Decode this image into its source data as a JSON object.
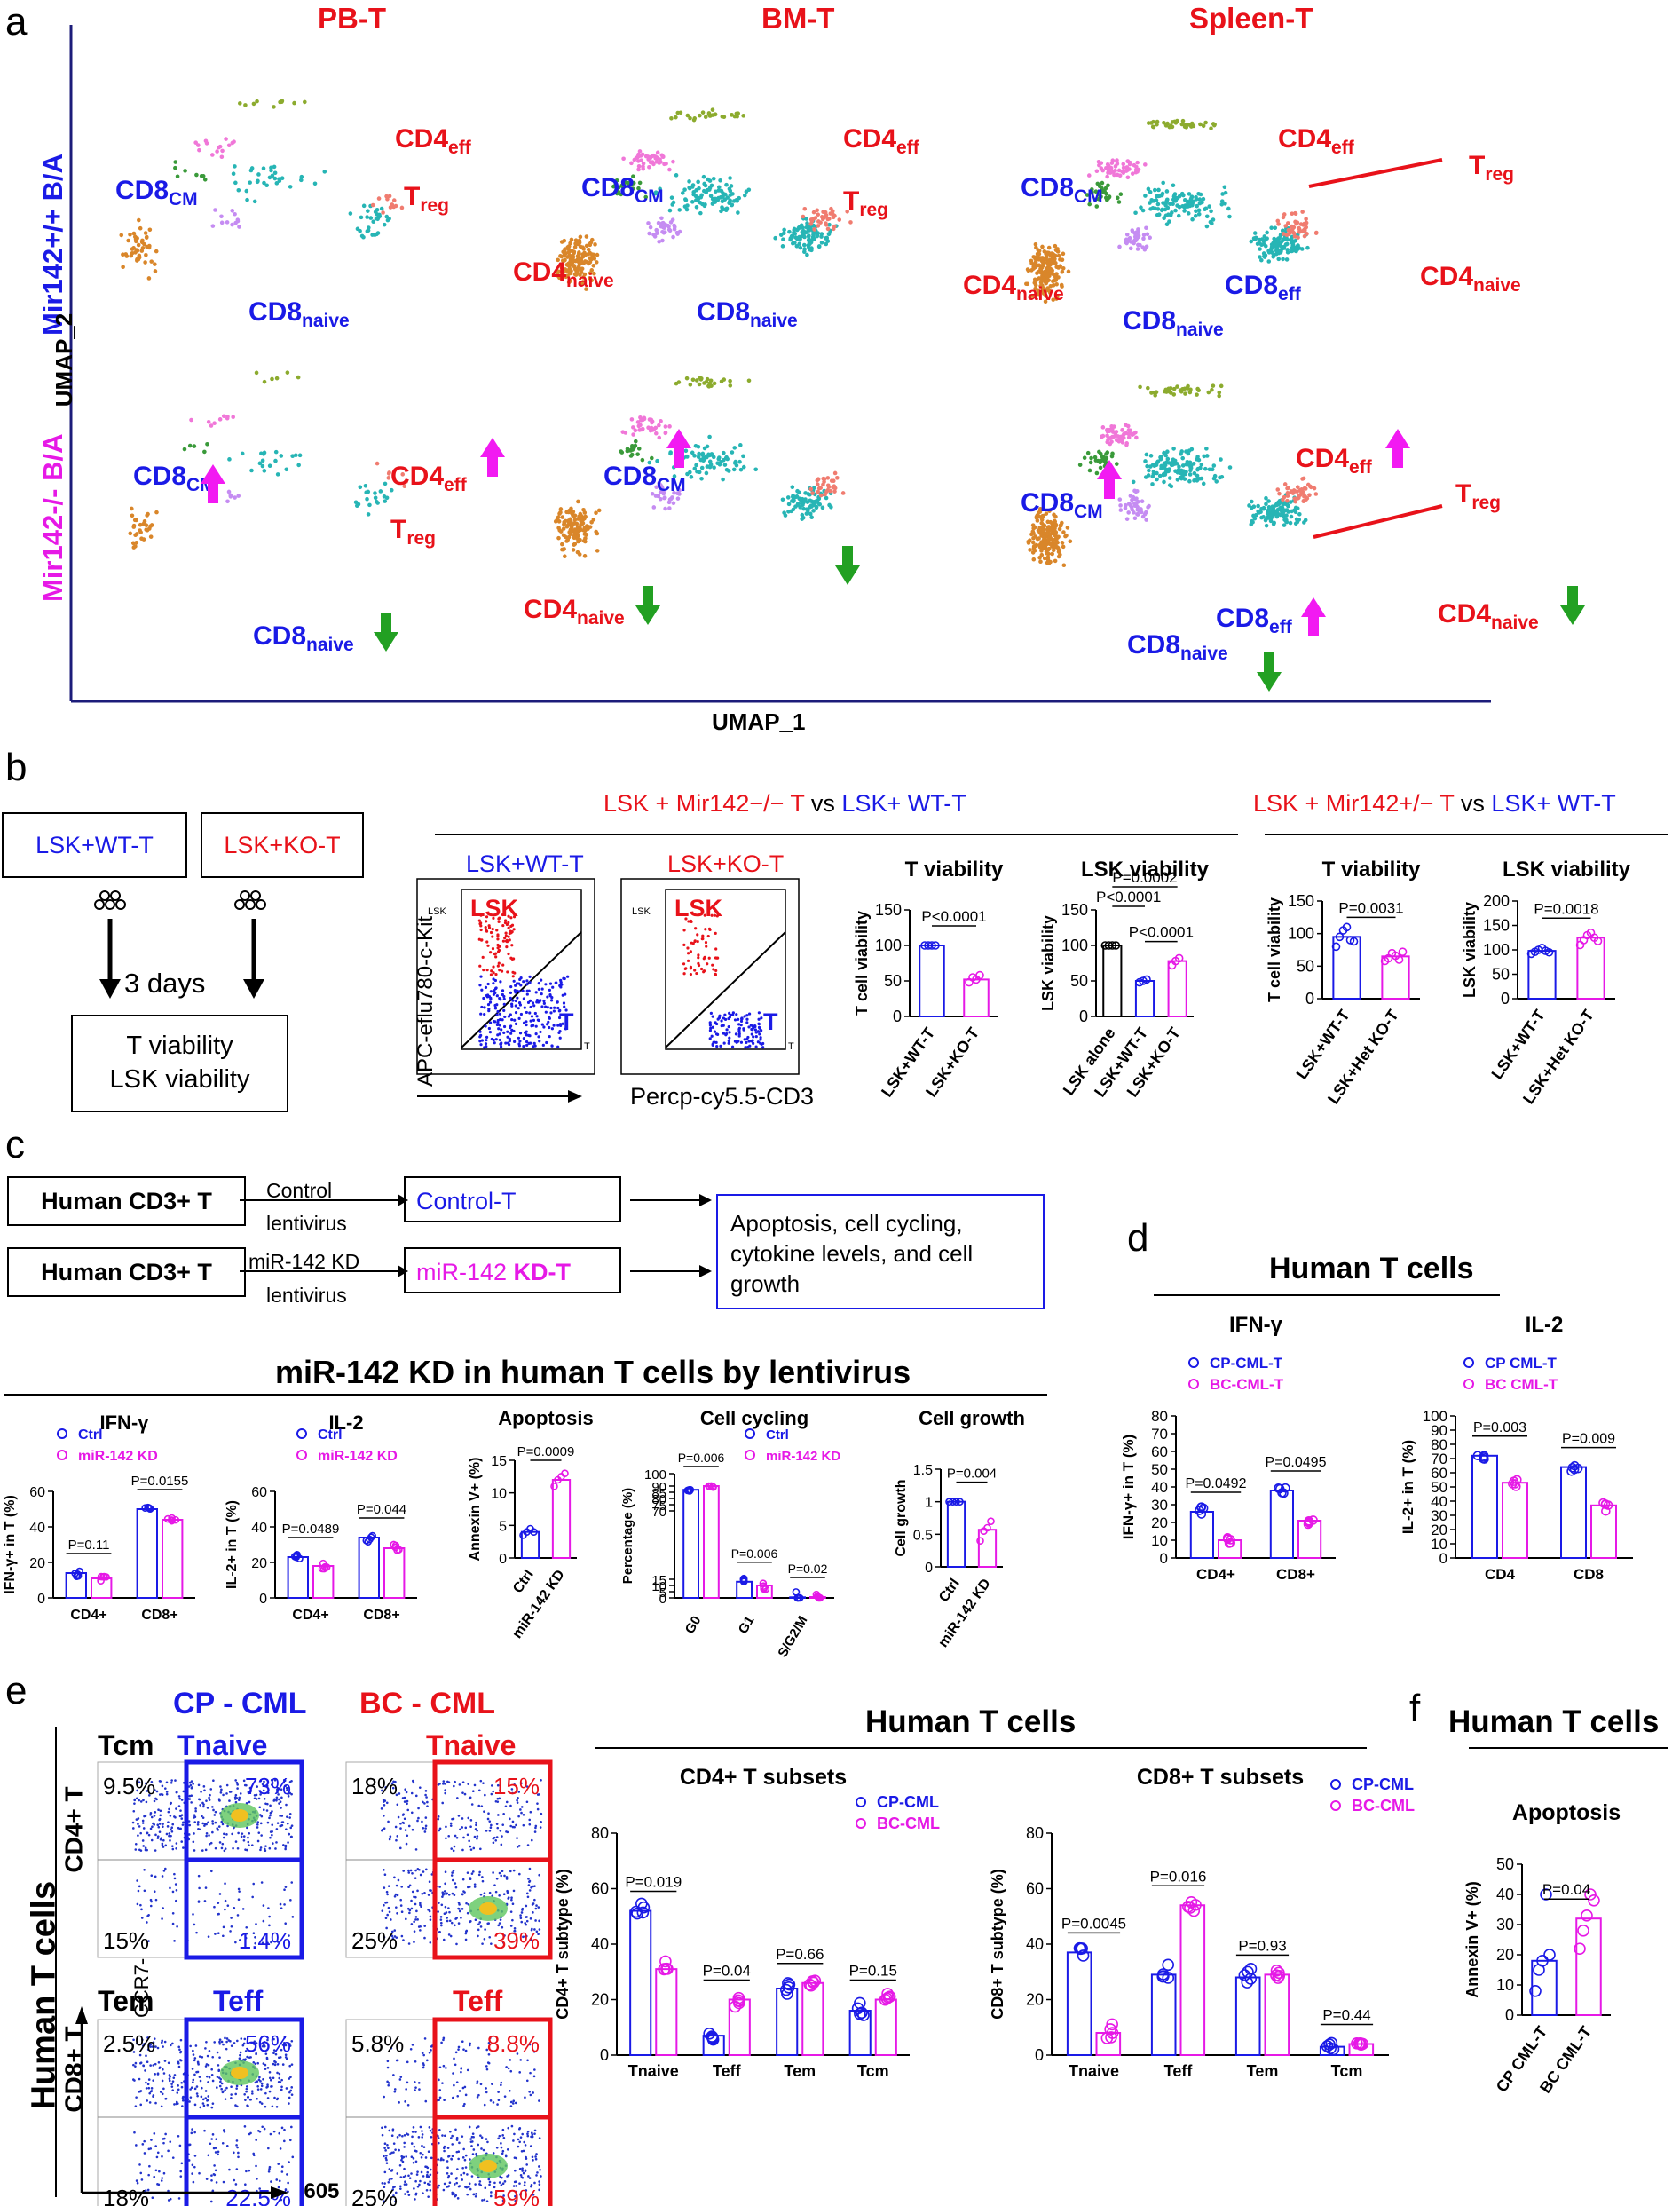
{
  "panels": {
    "a": {
      "letter": "a",
      "col_titles": [
        "PB-T",
        "BM-T",
        "Spleen-T"
      ],
      "row_labels": [
        "Mir142+/+ B/A",
        "Mir142-/- B/A"
      ],
      "x_axis": "UMAP_1",
      "y_axis": "UMAP_2",
      "cluster_labels": [
        "CD8CM",
        "CD4eff",
        "Treg",
        "CD4naive",
        "CD8naive",
        "CD8eff"
      ]
    },
    "b": {
      "letter": "b",
      "box1": "LSK+WT-T",
      "box2": "LSK+KO-T",
      "days": "3 days",
      "result_line1": "T viability",
      "result_line2": "LSK viability",
      "header1_red": "LSK + Mir142−/− T",
      "header1_vs": "vs",
      "header1_blue": "LSK+ WT-T",
      "header2_red": "LSK + Mir142+/− T",
      "header2_vs": "vs",
      "header2_blue": "LSK+ WT-T",
      "flow_title_wt": "LSK+WT-T",
      "flow_title_ko": "LSK+KO-T",
      "flow_y": "APC-eflu780-c-Kit",
      "flow_x": "Percp-cy5.5-CD3",
      "lsk": "LSK",
      "t": "T",
      "chart1_title": "T viability",
      "chart2_title": "LSK viability",
      "chart3_title": "T viability",
      "chart4_title": "LSK viability"
    },
    "c": {
      "letter": "c",
      "row1_src": "Human CD3+ T",
      "row1_arrow_top": "Control",
      "row1_arrow_bot": "lentivirus",
      "row1_dst": "Control-T",
      "row2_src": "Human CD3+ T",
      "row2_arrow_top": "miR-142 KD",
      "row2_arrow_bot": "lentivirus",
      "row2_dst_a": "miR-142 ",
      "row2_dst_b": "KD-T",
      "outcome": "Apoptosis, cell cycling, cytokine levels, and cell growth",
      "section_title": "miR-142 KD in human T cells by lentivirus"
    },
    "d": {
      "letter": "d",
      "title": "Human T cells"
    },
    "e": {
      "letter": "e",
      "side": "Human T cells",
      "cp": "CP - CML",
      "bc": "BC - CML",
      "row1": "CD4+ T",
      "row2": "CD8+ T",
      "ylab": "CCR7-PE-Cy7",
      "xlab": "CD45RA-BV605",
      "q_tcm": "Tcm",
      "q_tnaive": "Tnaive",
      "q_tem": "Tem",
      "q_teff": "Teff",
      "cp_cd4": [
        "9.5%",
        "73%",
        "15%",
        "1.4%"
      ],
      "bc_cd4": [
        "18%",
        "15%",
        "25%",
        "39%"
      ],
      "cp_cd8": [
        "2.5%",
        "56%",
        "18%",
        "22.5%"
      ],
      "bc_cd8": [
        "5.8%",
        "8.8%",
        "25%",
        "59%"
      ],
      "title": "Human T cells"
    },
    "f": {
      "letter": "f",
      "title": "Human T cells"
    }
  },
  "chart_data": [
    {
      "id": "b1",
      "type": "bar",
      "title": "T viability",
      "ylabel": "T cell viability",
      "ylim": [
        0,
        150
      ],
      "yticks": [
        0,
        50,
        100,
        150
      ],
      "categories": [
        "LSK+WT-T",
        "LSK+KO-T"
      ],
      "values": [
        100,
        52
      ],
      "colors": [
        "#1a1ae6",
        "#e619e6"
      ],
      "points": [
        [
          100,
          100,
          100,
          100
        ],
        [
          48,
          55,
          52,
          58
        ]
      ],
      "pvals": [
        {
          "a": 0,
          "b": 1,
          "text": "P<0.0001",
          "level": 0
        }
      ]
    },
    {
      "id": "b2",
      "type": "bar",
      "title": "LSK viability",
      "ylabel": "LSK viability",
      "ylim": [
        0,
        150
      ],
      "yticks": [
        0,
        50,
        100,
        150
      ],
      "categories": [
        "LSK alone",
        "LSK+WT-T",
        "LSK+KO-T"
      ],
      "values": [
        100,
        50,
        78
      ],
      "colors": [
        "#000000",
        "#1a1ae6",
        "#e619e6"
      ],
      "points": [
        [
          100,
          100,
          100,
          100
        ],
        [
          48,
          50,
          52
        ],
        [
          72,
          78,
          82
        ]
      ],
      "pvals": [
        {
          "a": 1,
          "b": 2,
          "text": "P<0.0001",
          "level": 0
        },
        {
          "a": 0,
          "b": 1,
          "text": "P<0.0001",
          "level": 1
        },
        {
          "a": 0,
          "b": 2,
          "text": "P=0.0002",
          "level": 2
        }
      ]
    },
    {
      "id": "b3",
      "type": "bar",
      "title": "T viability",
      "ylabel": "T cell viability",
      "ylim": [
        0,
        150
      ],
      "yticks": [
        0,
        50,
        100,
        150
      ],
      "categories": [
        "LSK+WT-T",
        "LSK+Het KO-T"
      ],
      "values": [
        95,
        65
      ],
      "colors": [
        "#1a1ae6",
        "#e619e6"
      ],
      "points": [
        [
          80,
          95,
          105,
          110,
          90,
          88
        ],
        [
          58,
          62,
          70,
          66,
          60,
          72
        ]
      ],
      "pvals": [
        {
          "a": 0,
          "b": 1,
          "text": "P=0.0031",
          "level": 0
        }
      ]
    },
    {
      "id": "b4",
      "type": "bar",
      "title": "LSK viability",
      "ylabel": "LSK viability",
      "ylim": [
        0,
        200
      ],
      "yticks": [
        0,
        50,
        100,
        150,
        200
      ],
      "categories": [
        "LSK+WT-T",
        "LSK+Het KO-T"
      ],
      "values": [
        98,
        125
      ],
      "colors": [
        "#1a1ae6",
        "#e619e6"
      ],
      "points": [
        [
          92,
          96,
          100,
          104,
          98,
          95
        ],
        [
          110,
          120,
          130,
          135,
          125,
          118
        ]
      ],
      "pvals": [
        {
          "a": 0,
          "b": 1,
          "text": "P=0.0018",
          "level": 0
        }
      ]
    },
    {
      "id": "c1",
      "type": "bar",
      "title": "IFN-γ",
      "ylabel": "IFN-γ+ in T (%)",
      "ylim": [
        0,
        60
      ],
      "yticks": [
        0,
        20,
        40,
        60
      ],
      "categories": [
        "CD4+",
        "CD8+"
      ],
      "series": [
        {
          "name": "Ctrl",
          "values": [
            14,
            50
          ]
        },
        {
          "name": "miR-142 KD",
          "values": [
            11,
            44
          ]
        }
      ],
      "pvals": [
        {
          "g": 0,
          "text": "P=0.11"
        },
        {
          "g": 1,
          "text": "P=0.0155"
        }
      ]
    },
    {
      "id": "c2",
      "type": "bar",
      "title": "IL-2",
      "ylabel": "IL-2+ in T (%)",
      "ylim": [
        0,
        60
      ],
      "yticks": [
        0,
        20,
        40,
        60
      ],
      "categories": [
        "CD4+",
        "CD8+"
      ],
      "series": [
        {
          "name": "Ctrl",
          "values": [
            23,
            34
          ]
        },
        {
          "name": "miR-142 KD",
          "values": [
            18,
            28
          ]
        }
      ],
      "pvals": [
        {
          "g": 0,
          "text": "P=0.0489"
        },
        {
          "g": 1,
          "text": "P=0.044"
        }
      ]
    },
    {
      "id": "c3",
      "type": "bar",
      "title": "Apoptosis",
      "ylabel": "Annexin V+ (%)",
      "ylim": [
        0,
        15
      ],
      "yticks": [
        0,
        5,
        10,
        15
      ],
      "categories": [
        "Ctrl",
        "miR-142 KD"
      ],
      "values": [
        4,
        12
      ],
      "colors": [
        "#1a1ae6",
        "#e619e6"
      ],
      "points": [
        [
          3.5,
          4,
          4.5,
          4
        ],
        [
          11,
          12,
          12.5,
          13
        ]
      ],
      "pvals": [
        {
          "a": 0,
          "b": 1,
          "text": "P=0.0009",
          "level": 0
        }
      ]
    },
    {
      "id": "c4",
      "type": "bar",
      "title": "Cell cycling",
      "ylabel": "Percentage (%)",
      "yticks": [
        0,
        5,
        10,
        15,
        70,
        75,
        80,
        85,
        90,
        100
      ],
      "categories": [
        "G0",
        "G1",
        "S/G2/M"
      ],
      "series": [
        {
          "name": "Ctrl",
          "values": [
            87,
            13,
            0.5
          ]
        },
        {
          "name": "miR-142 KD",
          "values": [
            90,
            10,
            0.7
          ]
        }
      ],
      "pvals": [
        {
          "g": 0,
          "text": "P=0.006"
        },
        {
          "g": 1,
          "text": "P=0.006"
        },
        {
          "g": 2,
          "text": "P=0.02"
        }
      ]
    },
    {
      "id": "c5",
      "type": "bar",
      "title": "Cell growth",
      "ylabel": "Cell growth",
      "ylim": [
        0,
        1.5
      ],
      "yticks": [
        0,
        0.5,
        1.0,
        1.5
      ],
      "categories": [
        "Ctrl",
        "miR-142 KD"
      ],
      "values": [
        1.0,
        0.57
      ],
      "colors": [
        "#1a1ae6",
        "#e619e6"
      ],
      "points": [
        [
          1,
          1,
          1,
          1
        ],
        [
          0.4,
          0.55,
          0.6,
          0.7
        ]
      ],
      "pvals": [
        {
          "a": 0,
          "b": 1,
          "text": "P=0.004",
          "level": 0
        }
      ]
    },
    {
      "id": "d1",
      "type": "bar",
      "title": "IFN-γ",
      "ylabel": "IFN-γ+ in T (%)",
      "ylim": [
        0,
        80
      ],
      "yticks": [
        0,
        10,
        20,
        30,
        40,
        50,
        60,
        70,
        80
      ],
      "categories": [
        "CD4+",
        "CD8+"
      ],
      "series": [
        {
          "name": "CP-CML-T",
          "values": [
            26,
            38
          ]
        },
        {
          "name": "BC-CML-T",
          "values": [
            10,
            21
          ]
        }
      ],
      "pvals": [
        {
          "g": 0,
          "text": "P=0.0492"
        },
        {
          "g": 1,
          "text": "P=0.0495"
        }
      ]
    },
    {
      "id": "d2",
      "type": "bar",
      "title": "IL-2",
      "ylabel": "IL-2+ in T (%)",
      "ylim": [
        0,
        100
      ],
      "yticks": [
        0,
        10,
        20,
        30,
        40,
        50,
        60,
        70,
        80,
        90,
        100
      ],
      "categories": [
        "CD4",
        "CD8"
      ],
      "series": [
        {
          "name": "CP CML-T",
          "values": [
            72,
            64
          ]
        },
        {
          "name": "BC CML-T",
          "values": [
            53,
            37
          ]
        }
      ],
      "pvals": [
        {
          "g": 0,
          "text": "P=0.003"
        },
        {
          "g": 1,
          "text": "P=0.009"
        }
      ]
    },
    {
      "id": "e1",
      "type": "bar",
      "title": "CD4+ T subsets",
      "ylabel": "CD4+ T subtype (%)",
      "ylim": [
        0,
        80
      ],
      "yticks": [
        0,
        20,
        40,
        60,
        80
      ],
      "categories": [
        "Tnaive",
        "Teff",
        "Tem",
        "Tcm"
      ],
      "series": [
        {
          "name": "CP-CML",
          "values": [
            52,
            7,
            24,
            16
          ]
        },
        {
          "name": "BC-CML",
          "values": [
            31,
            20,
            26,
            20
          ]
        }
      ],
      "pvals": [
        {
          "g": 0,
          "text": "P=0.019"
        },
        {
          "g": 1,
          "text": "P=0.04"
        },
        {
          "g": 2,
          "text": "P=0.66"
        },
        {
          "g": 3,
          "text": "P=0.15"
        }
      ]
    },
    {
      "id": "e2",
      "type": "bar",
      "title": "CD8+ T subsets",
      "ylabel": "CD8+ T subtype (%)",
      "ylim": [
        0,
        80
      ],
      "yticks": [
        0,
        20,
        40,
        60,
        80
      ],
      "categories": [
        "Tnaive",
        "Teff",
        "Tem",
        "Tcm"
      ],
      "series": [
        {
          "name": "CP-CML",
          "values": [
            37,
            29,
            28,
            3
          ]
        },
        {
          "name": "BC-CML",
          "values": [
            8,
            54,
            29,
            4
          ]
        }
      ],
      "pvals": [
        {
          "g": 0,
          "text": "P=0.0045"
        },
        {
          "g": 1,
          "text": "P=0.016"
        },
        {
          "g": 2,
          "text": "P=0.93"
        },
        {
          "g": 3,
          "text": "P=0.44"
        }
      ]
    },
    {
      "id": "f1",
      "type": "bar",
      "title": "Apoptosis",
      "ylabel": "Annexin V+ (%)",
      "ylim": [
        0,
        50
      ],
      "yticks": [
        0,
        10,
        20,
        30,
        40,
        50
      ],
      "categories": [
        "CP CML-T",
        "BC CML-T"
      ],
      "values": [
        18,
        32
      ],
      "colors": [
        "#1a1ae6",
        "#e619e6"
      ],
      "points": [
        [
          8,
          15,
          18,
          40,
          20
        ],
        [
          22,
          28,
          33,
          40,
          38
        ]
      ],
      "pvals": [
        {
          "a": 0,
          "b": 1,
          "text": "P=0.04",
          "level": 0
        }
      ]
    }
  ]
}
